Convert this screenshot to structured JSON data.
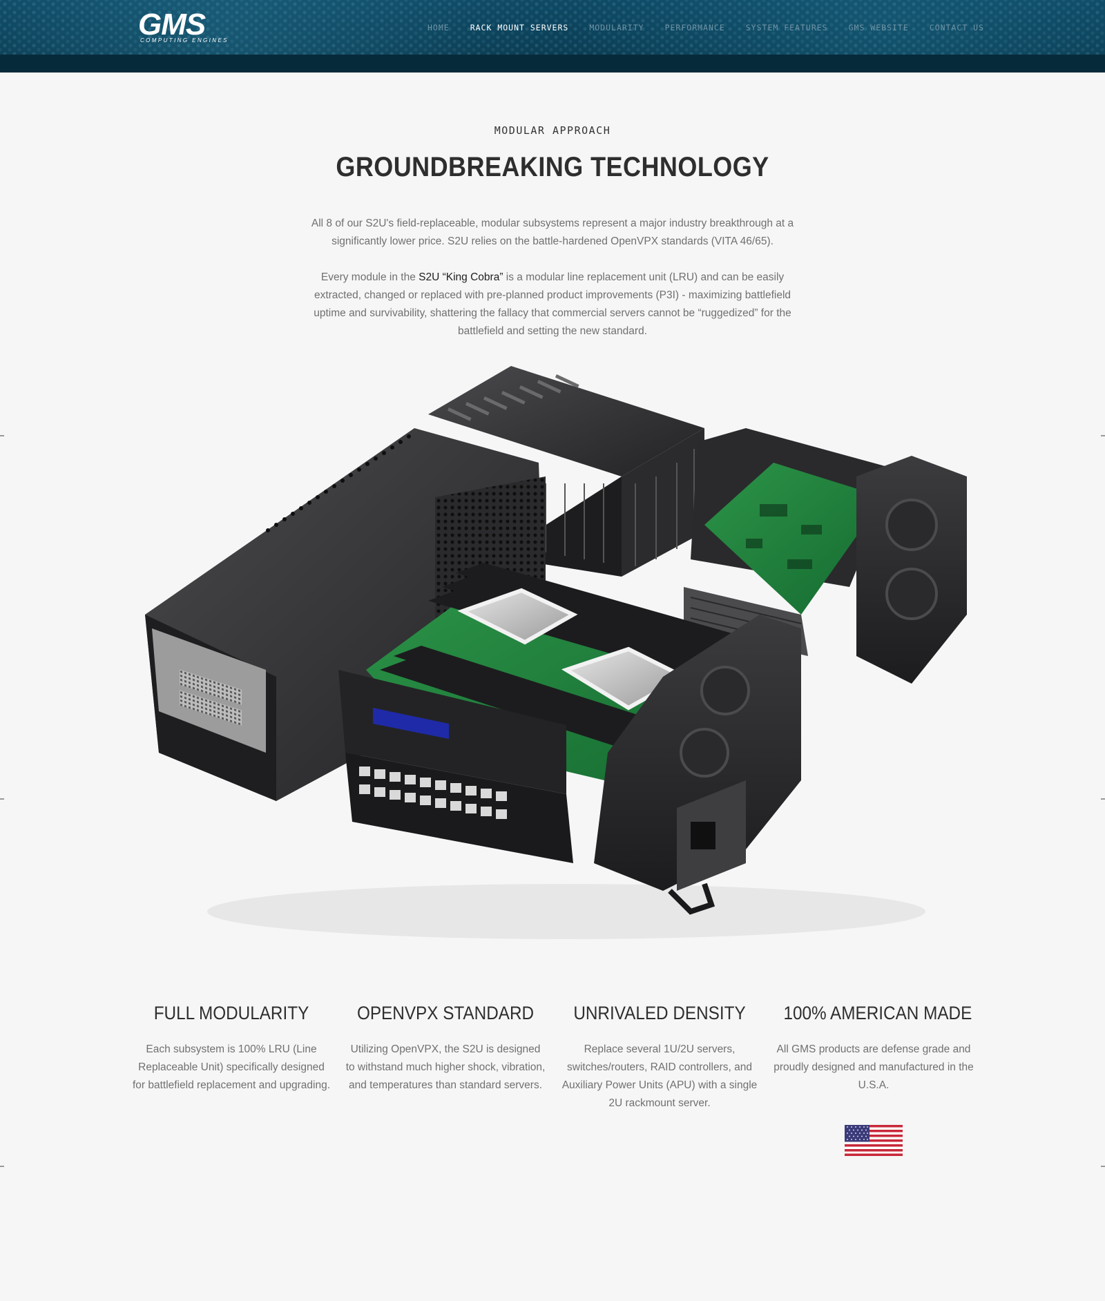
{
  "header": {
    "logo_text": "GMS",
    "logo_subtext": "COMPUTING ENGINES",
    "nav": [
      {
        "label": "HOME",
        "active": false
      },
      {
        "label": "RACK MOUNT SERVERS",
        "active": true
      },
      {
        "label": "MODULARITY",
        "active": false
      },
      {
        "label": "PERFORMANCE",
        "active": false
      },
      {
        "label": "SYSTEM FEATURES",
        "active": false
      },
      {
        "label": "GMS WEBSITE",
        "active": false
      },
      {
        "label": "CONTACT US",
        "active": false
      }
    ]
  },
  "intro": {
    "eyebrow": "MODULAR APPROACH",
    "title": "GROUNDBREAKING TECHNOLOGY",
    "para1": "All 8 of our S2U's field-replaceable, modular subsystems represent a major industry breakthrough at a significantly lower price. S2U relies on the battle-hardened OpenVPX standards (VITA 46/65).",
    "para2_before": "Every module in the ",
    "para2_highlight": "S2U “King Cobra”",
    "para2_after": " is a modular line replacement unit (LRU) and can be easily extracted, changed or replaced with pre-planned product improvements (P3I) - maximizing battlefield uptime and survivability, shattering the fallacy that commercial servers cannot be “ruggedized” for the battlefield and setting the new standard."
  },
  "features": [
    {
      "title": "FULL MODULARITY",
      "text": "Each subsystem is 100% LRU (Line Replaceable Unit) specifically designed for battlefield replacement and upgrading."
    },
    {
      "title": "OPENVPX STANDARD",
      "text": "Utilizing OpenVPX, the S2U is designed to withstand much higher shock, vibration, and temperatures than standard servers."
    },
    {
      "title": "UNRIVALED DENSITY",
      "text": "Replace several 1U/2U servers, switches/routers, RAID controllers, and Auxiliary Power Units (APU) with a single 2U rackmount server."
    },
    {
      "title": "100% AMERICAN MADE",
      "text": "All GMS products are defense grade and proudly designed and manufactured in the U.S.A."
    }
  ],
  "colors": {
    "header_bg": "#0b3d55",
    "active_nav": "#ffffff",
    "inactive_nav": "#6f93a5",
    "pcb_green": "#1f7a3a",
    "chassis": "#3a3a3c"
  }
}
